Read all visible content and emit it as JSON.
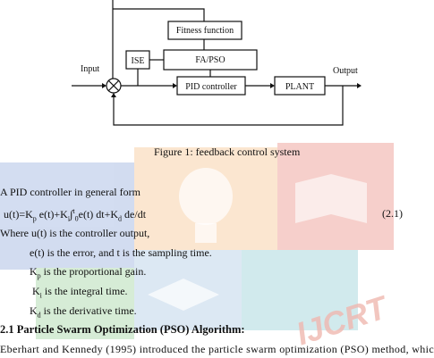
{
  "diagram": {
    "blocks": {
      "fitness": "Fitness function",
      "fapso": "FA/PSO",
      "ise": "ISE",
      "pid": "PID controller",
      "plant": "PLANT"
    },
    "input_label": "Input",
    "output_label": "Output"
  },
  "caption": "Figure 1: feedback control system",
  "body": {
    "intro": "A PID controller in general form",
    "eq_number": "(2.1)",
    "where_line": "Where u(t) is the controller output,",
    "defs": {
      "e": "e(t) is the error, and t is the sampling time.",
      "kp_tail": " is the proportional gain.",
      "ki_tail": " is the integral time.",
      "kd_tail": " is the derivative time."
    },
    "section_heading": "2.1 Particle Swarm Optimization (PSO) Algorithm",
    "paragraph": "Eberhart and Kennedy (1995) introduced the particle swarm optimization (PSO) method, whic"
  },
  "watermark": {
    "text": "IJCRT",
    "colors": {
      "red": "#f6c9c4",
      "blue": "#c8d3ec",
      "green": "#cfe8cf",
      "orange": "#fbe1c7",
      "teal": "#c9e7ea"
    }
  }
}
